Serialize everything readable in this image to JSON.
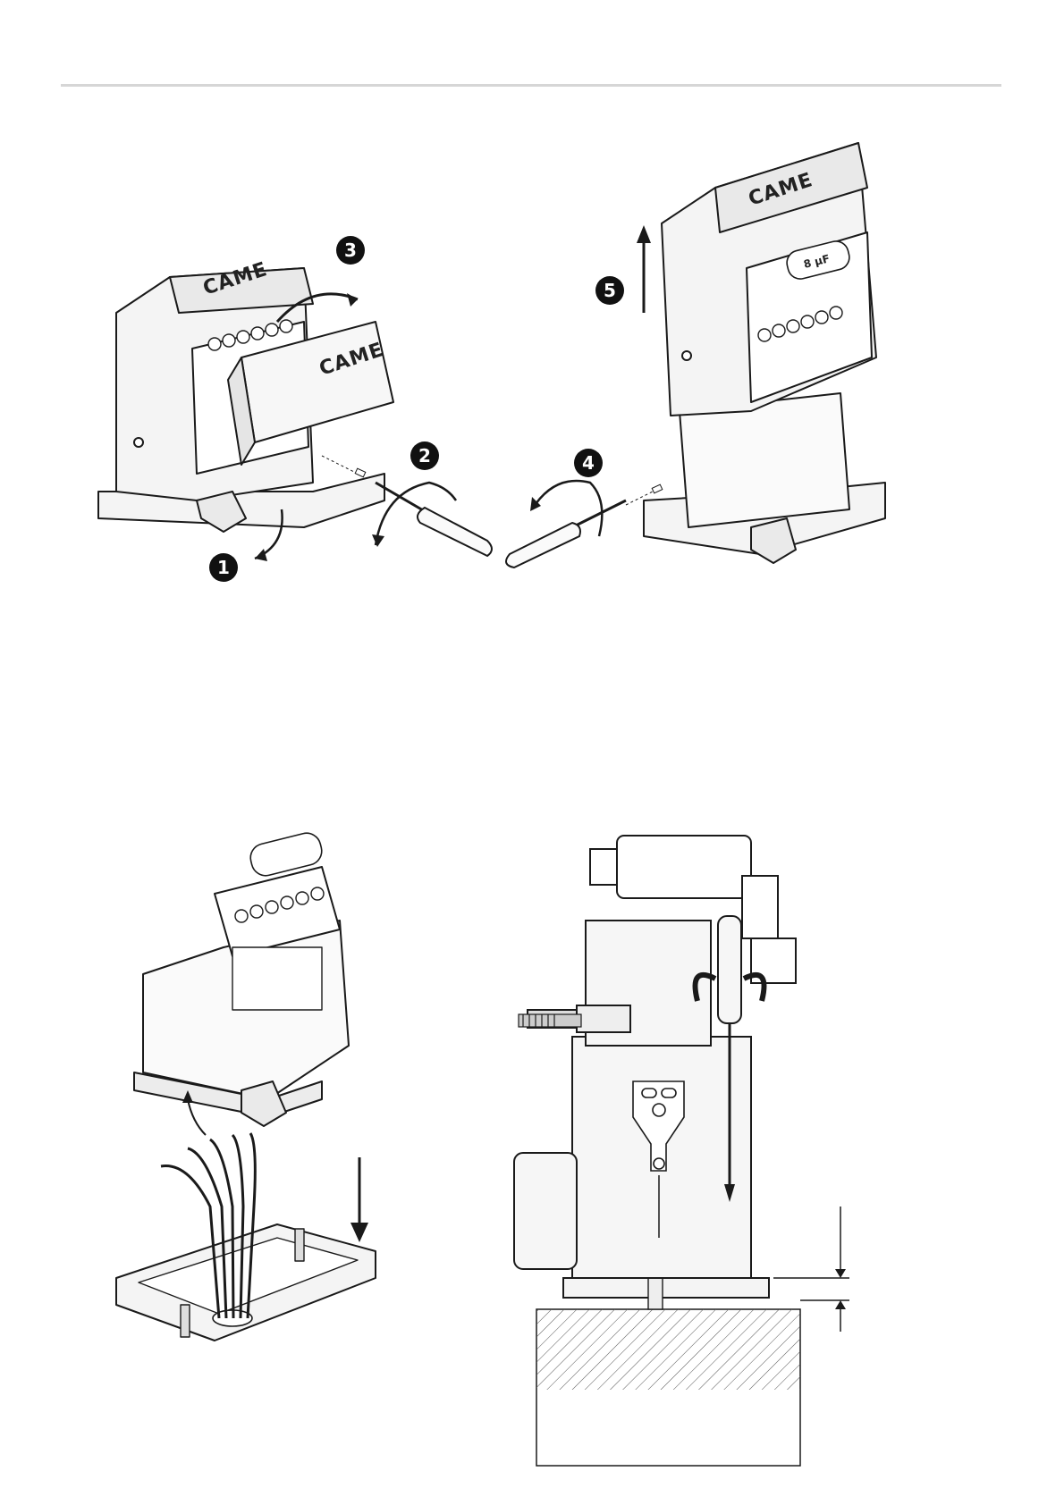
{
  "steps": {
    "s1": "1",
    "s2": "2",
    "s3": "3",
    "s4": "4",
    "s5": "5"
  },
  "brand": "CAME",
  "capacitor_label": "8 µF",
  "colors": {
    "rule": "#d6d6d6",
    "line": "#1a1a1a",
    "badge": "#111111",
    "body_fill": "#f2f2f2"
  },
  "icons": [
    "screwdriver-icon",
    "rotate-arrow-icon",
    "up-arrow-icon",
    "down-arrow-icon",
    "dimension-arrow-icon"
  ]
}
